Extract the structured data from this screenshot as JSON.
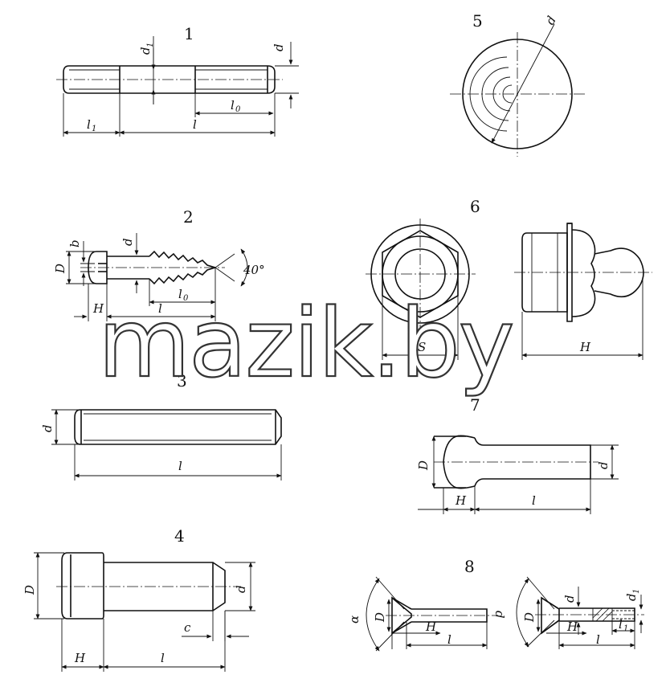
{
  "watermark": "mazik.by",
  "figures": [
    {
      "number": "1",
      "labels": {
        "d1": "d",
        "d1_sub": "1",
        "d": "d",
        "l0": "l",
        "l0_sub": "0",
        "l1": "l",
        "l1_sub": "1",
        "l": "l"
      }
    },
    {
      "number": "2",
      "labels": {
        "D": "D",
        "b": "b",
        "d": "d",
        "angle": "40°",
        "l0": "l",
        "l0_sub": "0",
        "l": "l",
        "H": "H"
      }
    },
    {
      "number": "3",
      "labels": {
        "d": "d",
        "l": "l"
      }
    },
    {
      "number": "4",
      "labels": {
        "D": "D",
        "d": "d",
        "c": "c",
        "H": "H",
        "l": "l"
      }
    },
    {
      "number": "5",
      "labels": {
        "d": "d"
      }
    },
    {
      "number": "6",
      "labels": {
        "S": "S",
        "H": "H"
      }
    },
    {
      "number": "7",
      "labels": {
        "D": "D",
        "d": "d",
        "H": "H",
        "l": "l"
      }
    },
    {
      "number": "8",
      "labels": {
        "alpha": "α",
        "D": "D",
        "H": "H",
        "l": "l",
        "D_b": "D",
        "d_b": "d",
        "d1_b": "d",
        "d1_sub": "1",
        "H_b": "H",
        "l_b": "l",
        "l1_b": "l",
        "l1_sub": "1"
      }
    }
  ]
}
